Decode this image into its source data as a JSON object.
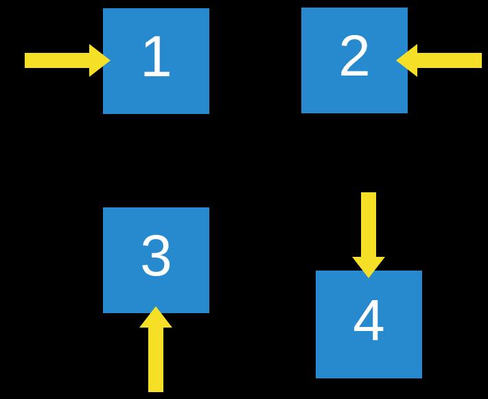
{
  "colors": {
    "background": "#000000",
    "box_fill": "#2789CE",
    "box_text": "#FFFFFF",
    "arrow_fill": "#F5E027"
  },
  "boxes": [
    {
      "label": "1",
      "arrow": {
        "icon": "arrow-right-icon",
        "direction": "right",
        "points_from": "left"
      }
    },
    {
      "label": "2",
      "arrow": {
        "icon": "arrow-left-icon",
        "direction": "left",
        "points_from": "right"
      }
    },
    {
      "label": "3",
      "arrow": {
        "icon": "arrow-up-icon",
        "direction": "up",
        "points_from": "bottom"
      }
    },
    {
      "label": "4",
      "arrow": {
        "icon": "arrow-down-icon",
        "direction": "down",
        "points_from": "top"
      }
    }
  ]
}
